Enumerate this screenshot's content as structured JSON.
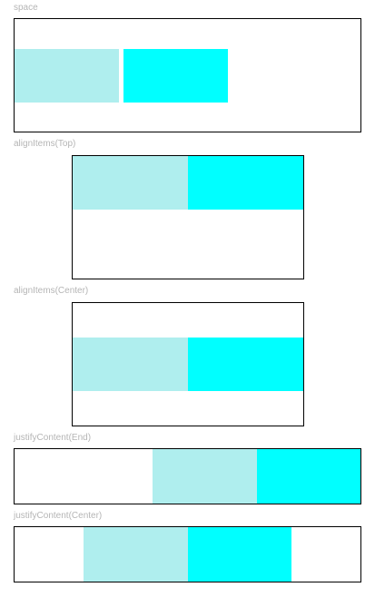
{
  "colors": {
    "item_first": "#afeeee",
    "item_second": "#00ffff",
    "label_text": "#b5b5b5",
    "border": "#000000"
  },
  "sections": [
    {
      "label": "space"
    },
    {
      "label": "alignItems(Top)"
    },
    {
      "label": "alignItems(Center)"
    },
    {
      "label": "justifyContent(End)"
    },
    {
      "label": "justifyContent(Center)"
    }
  ]
}
